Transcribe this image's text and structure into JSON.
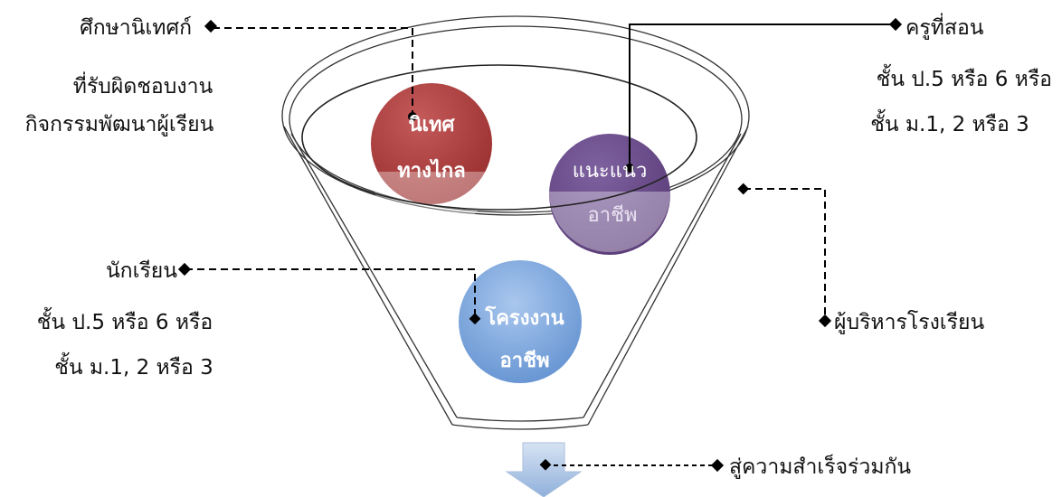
{
  "circles": {
    "nithet": {
      "line1": "นิเทศ",
      "line2": "ทางไกล"
    },
    "guidance": {
      "line1": "แนะแนว",
      "line2": "อาชีพ"
    },
    "project": {
      "line1": "โครงงาน",
      "line2": "อาชีพ"
    }
  },
  "labels": {
    "supervisor": {
      "line1": "ศึกษานิเทศก์",
      "line2": "ที่รับผิดชอบงาน",
      "line3": "กิจกรรมพัฒนาผู้เรียน"
    },
    "teacher": {
      "line1": "ครูที่สอน",
      "line2": "ชั้น ป.5 หรือ 6 หรือ",
      "line3": "ชั้น ม.1, 2 หรือ 3"
    },
    "students": {
      "line1": "นักเรียน",
      "line2": "ชั้น ป.5 หรือ 6 หรือ",
      "line3": "ชั้น ม.1, 2 หรือ 3"
    },
    "admin": {
      "line1": "ผู้บริหารโรงเรียน"
    },
    "success": {
      "line1": "สู่ความสำเร็จร่วมกัน"
    }
  },
  "colors": {
    "red": "#a83d3d",
    "purple": "#6a4b86",
    "blue": "#7fa8d8",
    "arrow": "#9bb8de"
  }
}
